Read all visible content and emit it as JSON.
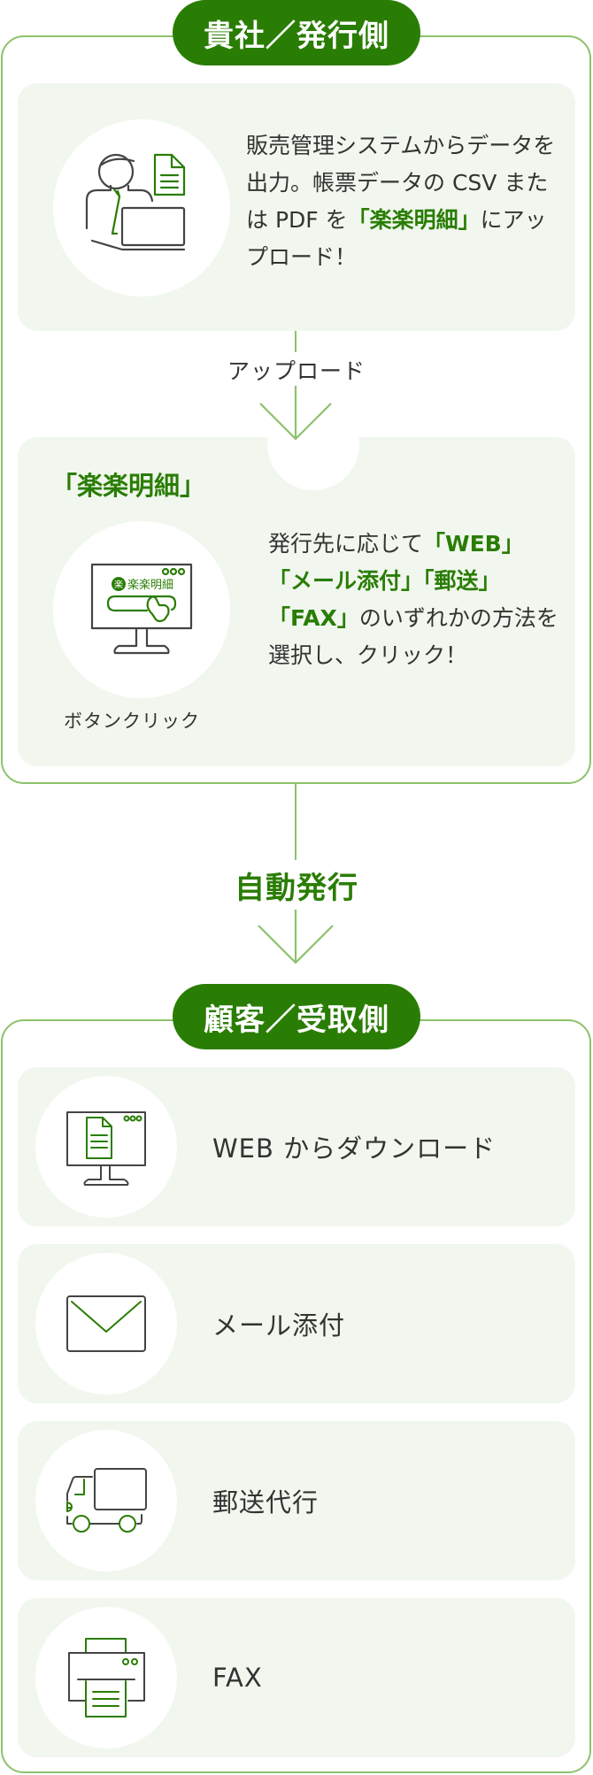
{
  "issuer": {
    "badge": "貴社／発行側",
    "step1": {
      "icon": "person-laptop-document-icon",
      "text_before": "販売管理システムからデータを出力。帳票データの CSV または PDF を",
      "text_highlight": "「楽楽明細」",
      "text_after": "にアップロード！"
    },
    "connector_label": "アップロード",
    "step2": {
      "title": "「楽楽明細」",
      "icon": "monitor-button-click-icon",
      "icon_logo_text": "楽楽明細",
      "icon_logo_mark": "楽",
      "text_lead": "発行先に応じて",
      "options_highlight": [
        "「WEB」",
        "「メール添付」「郵送」",
        "「FAX」"
      ],
      "text_tail": "のいずれかの方法を選択し、クリック！",
      "caption": "ボタンクリック"
    }
  },
  "auto_label": "自動発行",
  "receiver": {
    "badge": "顧客／受取側",
    "items": [
      {
        "icon": "monitor-document-icon",
        "label": "WEB からダウンロード"
      },
      {
        "icon": "envelope-icon",
        "label": "メール添付"
      },
      {
        "icon": "truck-icon",
        "label": "郵送代行"
      },
      {
        "icon": "fax-printer-icon",
        "label": "FAX"
      }
    ]
  },
  "colors": {
    "brand_green": "#2a7d04",
    "line_green": "#8cc26a",
    "card_bg": "#f1f7ee",
    "text": "#333333"
  }
}
